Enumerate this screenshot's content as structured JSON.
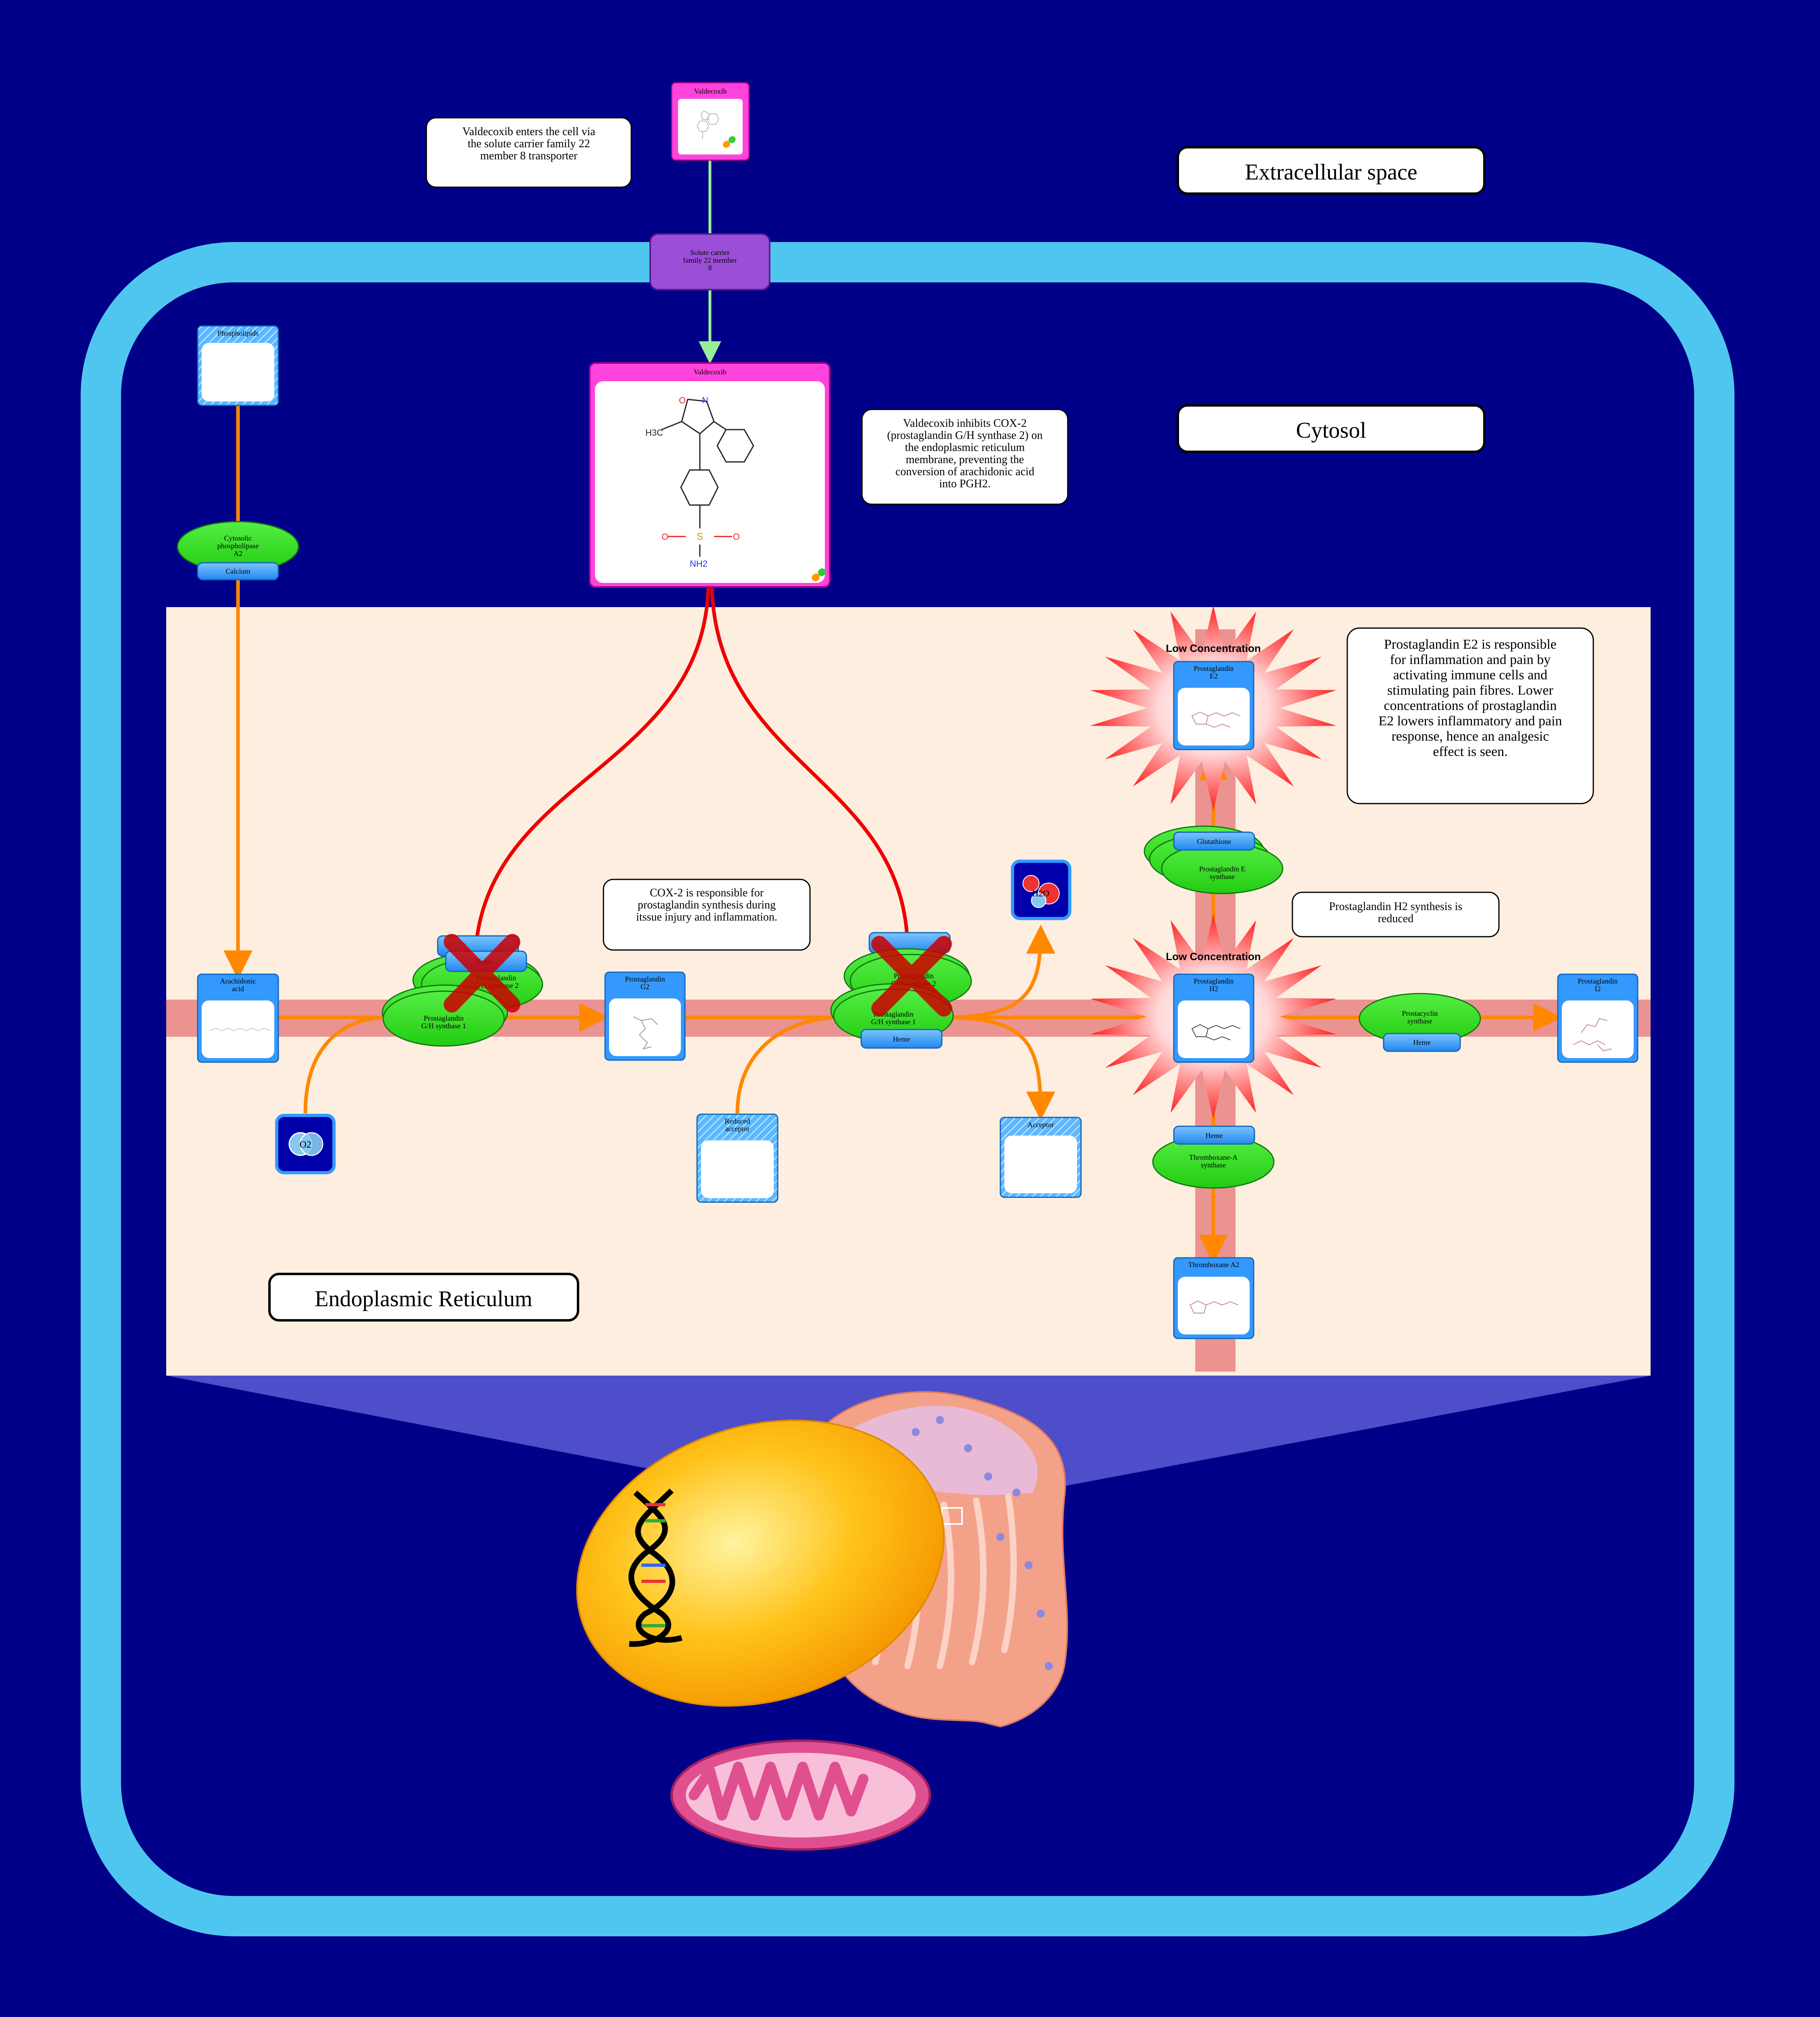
{
  "colors": {
    "background": "#000088",
    "cell_membrane": "#4fc6ef",
    "er_region": "#fdeee0",
    "drug_magenta": "#ff44dd",
    "transporter_purple": "#9b4ed8",
    "enzyme_green": "#33dd22",
    "cofactor_blue": "#3399ff",
    "arrow_orange": "#ff8800",
    "inhibit_red": "#ee0000",
    "transport_green": "#88ee99",
    "pathway_band": "#e98888"
  },
  "compartments": {
    "extracellular": "Extracellular space",
    "cytosol": "Cytosol",
    "er": "Endoplasmic Reticulum"
  },
  "notes": {
    "entry": "Valdecoxib enters the cell via the solute carrier family 22 member 8 transporter",
    "inhibit": "Valdecoxib inhibits COX-2 (prostaglandin G/H synthase 2) on the endoplasmic reticulum membrane, preventing the conversion of arachidonic acid into PGH2.",
    "cox2": "COX-2 is responsible for prostaglandin synthesis during itssue injury and inflammation.",
    "pge2": "Prostaglandin E2 is responsible for inflammation and pain by activating immune cells and stimulating pain fibres. Lower concentrations of prostaglandin E2 lowers inflammatory and pain response, hence an analgesic effect is seen.",
    "pgh2": "Prostaglandin H2 synthesis is reduced"
  },
  "drugs": {
    "valdecoxib_outside": "Valdecoxib",
    "valdecoxib_inside": "Valdecoxib"
  },
  "structure_labels": {
    "methyl": "H3C",
    "oxygen": "O",
    "nitrogen": "N",
    "sulfur": "S",
    "amine": "NH2"
  },
  "transporter": "Solute carrier family 22 member 8",
  "metabolites": {
    "phospholipids": "Phospholipids",
    "arachidonic_acid": "Arachidonic acid",
    "prostaglandin_g2": "Prostaglandin G2",
    "prostaglandin_h2": "Prostaglandin H2",
    "prostaglandin_e2": "Prostaglandin E2",
    "prostaglandin_i2": "Prostaglandin I2",
    "thromboxane_a2": "Thromboxane A2",
    "reduced_acceptor": "Reduced acceptor",
    "acceptor": "Acceptor",
    "o2": "O2",
    "h2o": "H2O"
  },
  "enzymes": {
    "cpla2": "Cytosolic phospholipase A2",
    "pghs1_a": "Prostaglandin G/H synthase 1",
    "pghs2_a": "Prostaglandin G/H synthase 2",
    "pghs1_b": "Prostaglandin G/H synthase 1",
    "pghs2_b": "Prostaglandin G/H synthase 2",
    "pges": "Prostaglandin E synthase",
    "pgis": "Prostacyclin synthase",
    "txas": "Thromboxane-A synthase"
  },
  "cofactors": {
    "calcium": "Calcium",
    "heme_1": "Heme",
    "heme_2": "Heme",
    "heme_3": "Heme",
    "heme_4": "Heme",
    "heme_5": "Heme",
    "glutathione": "Glutathione"
  },
  "badges": {
    "low_conc_1": "Low Concentration",
    "low_conc_2": "Low Concentration"
  }
}
